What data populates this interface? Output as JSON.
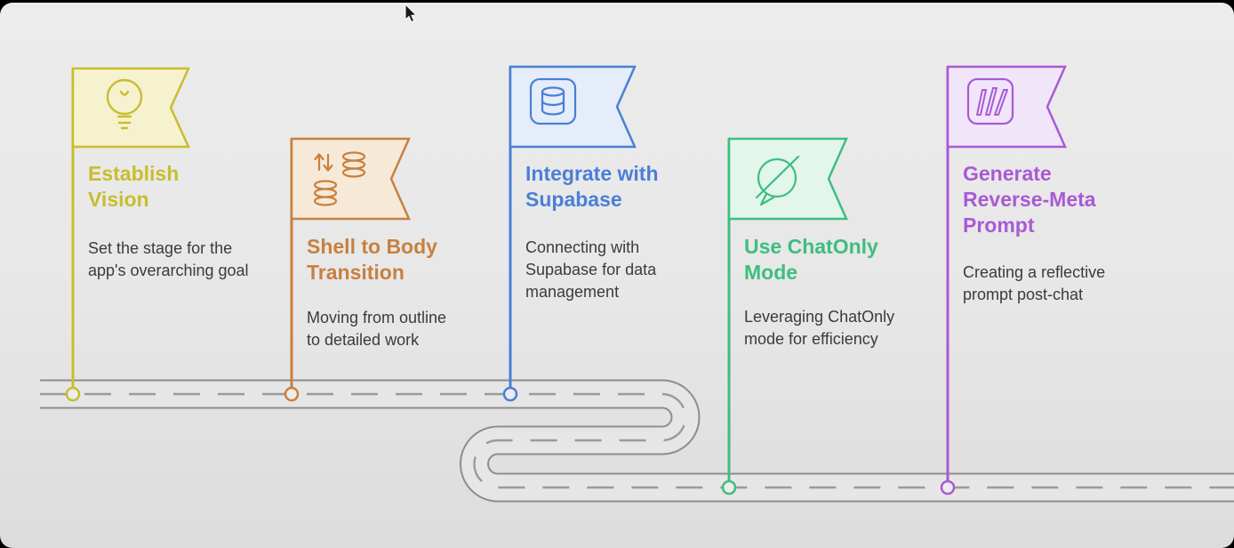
{
  "canvas": {
    "bg": "#e7e7e7",
    "frame_bg": "#000000",
    "road_edge": "#8d8d8d",
    "road_surface": "#e6e6e6",
    "road_dash": "#9a9a9a",
    "text_color": "#3b3b3b",
    "cursor_icon": "mouse-cursor"
  },
  "milestones": [
    {
      "id": "establish-vision",
      "title": "Establish Vision",
      "description": "Set the stage for the app's overarching goal",
      "color": "#c9bd2e",
      "tint": "#f6f2cf",
      "icon": "lightbulb-icon"
    },
    {
      "id": "shell-to-body-transition",
      "title": "Shell to Body Transition",
      "description": "Moving from outline to detailed work",
      "color": "#c8803f",
      "tint": "#f7e9d8",
      "icon": "data-transfer-icon"
    },
    {
      "id": "integrate-with-supabase",
      "title": "Integrate with Supabase",
      "description": "Connecting with Supabase for data management",
      "color": "#4b7fd6",
      "tint": "#e4edf9",
      "icon": "database-icon"
    },
    {
      "id": "use-chatonly-mode",
      "title": "Use ChatOnly Mode",
      "description": "Leveraging ChatOnly mode for efficiency",
      "color": "#3fbd80",
      "tint": "#e2f6ec",
      "icon": "chat-disabled-icon"
    },
    {
      "id": "generate-reverse-meta-prompt",
      "title": "Generate Reverse-Meta Prompt",
      "description": "Creating a reflective prompt post-chat",
      "color": "#a85ad6",
      "tint": "#f1e5fa",
      "icon": "miro-board-icon"
    }
  ]
}
